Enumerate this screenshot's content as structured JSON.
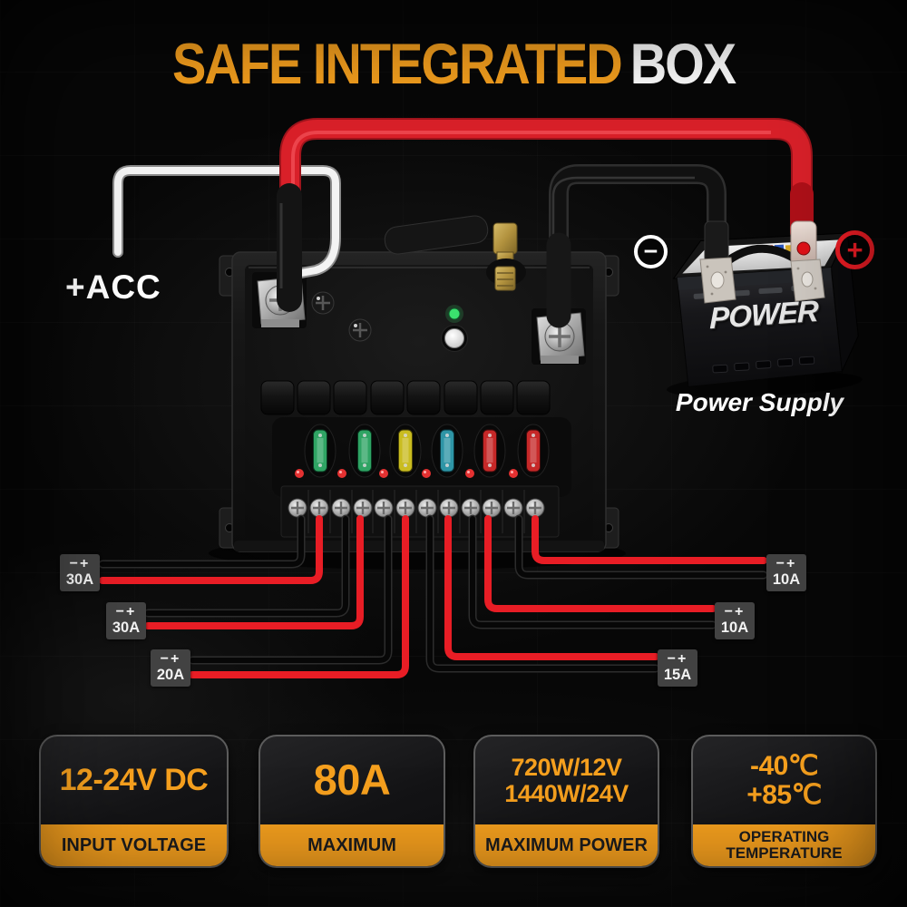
{
  "title": {
    "highlight": "SAFE INTEGRATED",
    "suffix": "BOX"
  },
  "acc_label": "+ACC",
  "battery": {
    "brand": "POWER",
    "caption": "Power Supply",
    "minus_symbol": "−",
    "plus_symbol": "+"
  },
  "taps": {
    "left": [
      {
        "sign": "−+",
        "amp": "30A"
      },
      {
        "sign": "−+",
        "amp": "30A"
      },
      {
        "sign": "−+",
        "amp": "20A"
      }
    ],
    "right": [
      {
        "sign": "−+",
        "amp": "10A"
      },
      {
        "sign": "−+",
        "amp": "10A"
      },
      {
        "sign": "−+",
        "amp": "15A"
      }
    ]
  },
  "specs": [
    {
      "value_lines": [
        "12-24V DC"
      ],
      "label_lines": [
        "INPUT VOLTAGE"
      ]
    },
    {
      "value_lines": [
        "80A"
      ],
      "label_lines": [
        "MAXIMUM"
      ]
    },
    {
      "value_lines": [
        "720W/12V",
        "1440W/24V"
      ],
      "label_lines": [
        "MAXIMUM POWER"
      ]
    },
    {
      "value_lines": [
        "-40℃",
        "+85℃"
      ],
      "label_lines": [
        "OPERATING",
        "TEMPERATURE"
      ]
    }
  ],
  "colors": {
    "accent": "#F6A01E",
    "wire_red": "#E01D26",
    "wire_white": "#F3F3F3",
    "wire_black": "#121212",
    "led_green": "#3BE06E",
    "led_red": "#E43131",
    "fuses": [
      "#2FA464",
      "#2FA464",
      "#C9BC20",
      "#2E95A6",
      "#C62828",
      "#C62828"
    ]
  }
}
